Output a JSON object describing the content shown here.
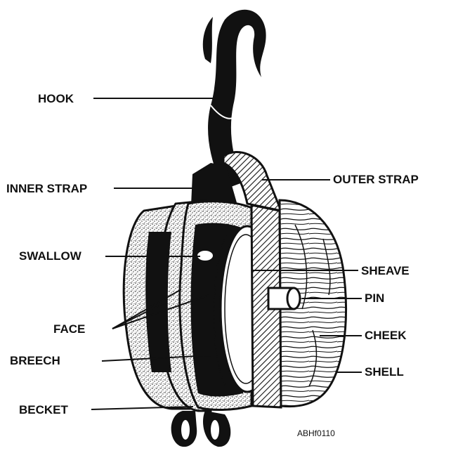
{
  "labels": {
    "hook": "HOOK",
    "outer_strap": "OUTER STRAP",
    "inner_strap": "INNER STRAP",
    "swallow": "SWALLOW",
    "sheave": "SHEAVE",
    "pin": "PIN",
    "face": "FACE",
    "cheek": "CHEEK",
    "breech": "BREECH",
    "shell": "SHELL",
    "becket": "BECKET"
  },
  "figure_id": "ABHf0110",
  "colors": {
    "ink": "#111111",
    "paper": "#ffffff"
  }
}
